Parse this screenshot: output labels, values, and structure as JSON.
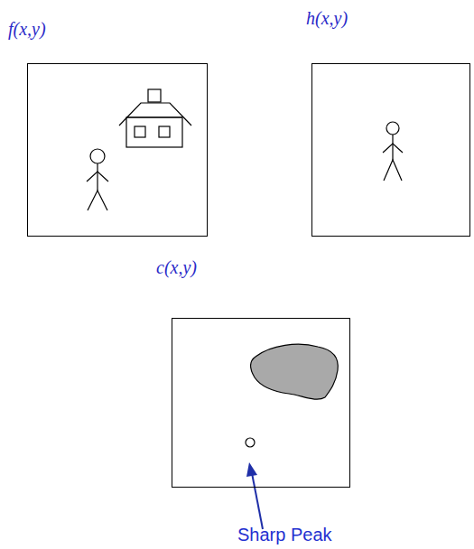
{
  "diagram": {
    "nodes": [
      {
        "text": [
          "f(x,y)"
        ]
      },
      {
        "text": [
          "h(x,y)"
        ]
      },
      {
        "text": [
          "c(x,y)"
        ]
      }
    ],
    "labels": [
      "Sharp Peak"
    ]
  }
}
